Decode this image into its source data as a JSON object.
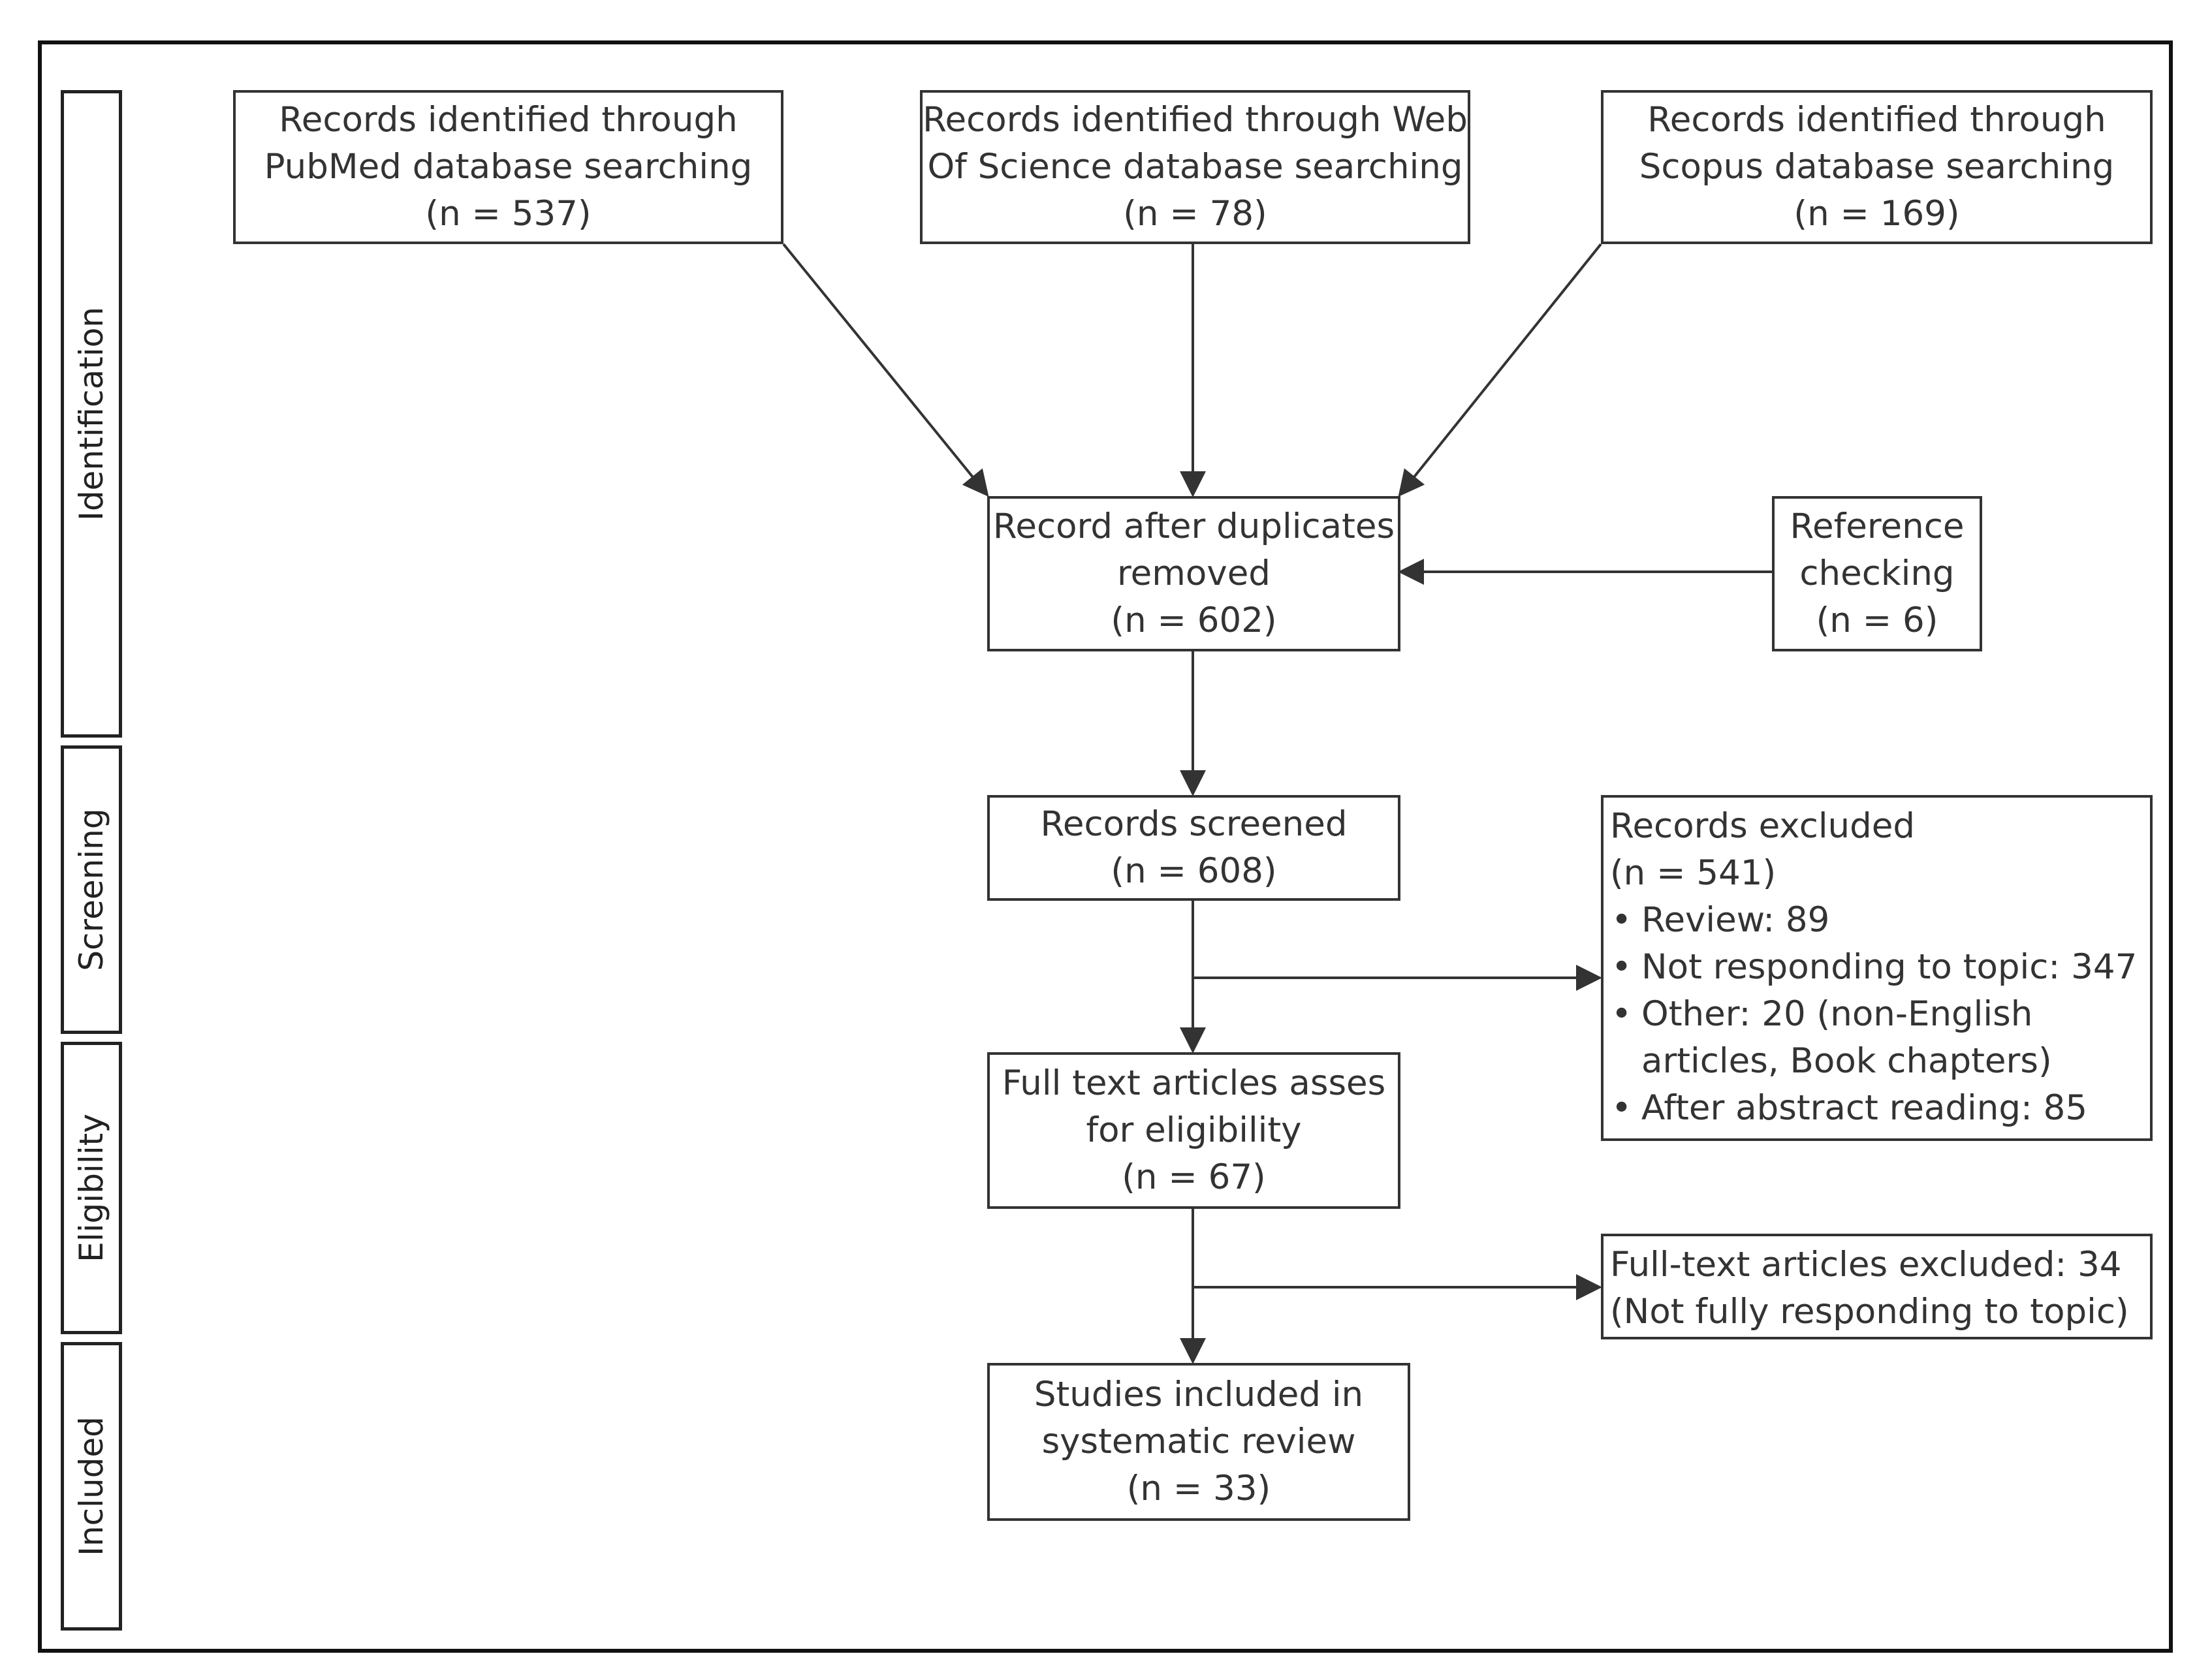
{
  "stages": [
    "Identification",
    "Screening",
    "Eligibility",
    "Included"
  ],
  "boxes": {
    "pubmed": [
      "Records identified through",
      "PubMed database searching",
      "(n = 537)"
    ],
    "wos": [
      "Records identified through Web",
      "Of Science database searching",
      "(n = 78)"
    ],
    "scopus": [
      "Records identified through",
      "Scopus database searching",
      "(n = 169)"
    ],
    "dedup": [
      "Record after duplicates",
      "removed",
      "(n = 602)"
    ],
    "reference": [
      "Reference",
      "checking",
      "(n = 6)"
    ],
    "screened": [
      "Records screened",
      "(n = 608)"
    ],
    "excluded_title": "Records excluded",
    "excluded_count": "(n = 541)",
    "excluded_items": [
      "Review: 89",
      "Not responding to topic: 347",
      "Other: 20 (non-English",
      "articles, Book chapters)",
      "After abstract reading: 85"
    ],
    "fulltext": [
      "Full text articles asses",
      "for eligibility",
      "(n = 67)"
    ],
    "fulltext_excluded": [
      "Full-text articles excluded: 34",
      "(Not fully responding to topic)"
    ],
    "included": [
      "Studies included in",
      "systematic review",
      "(n = 33)"
    ]
  }
}
